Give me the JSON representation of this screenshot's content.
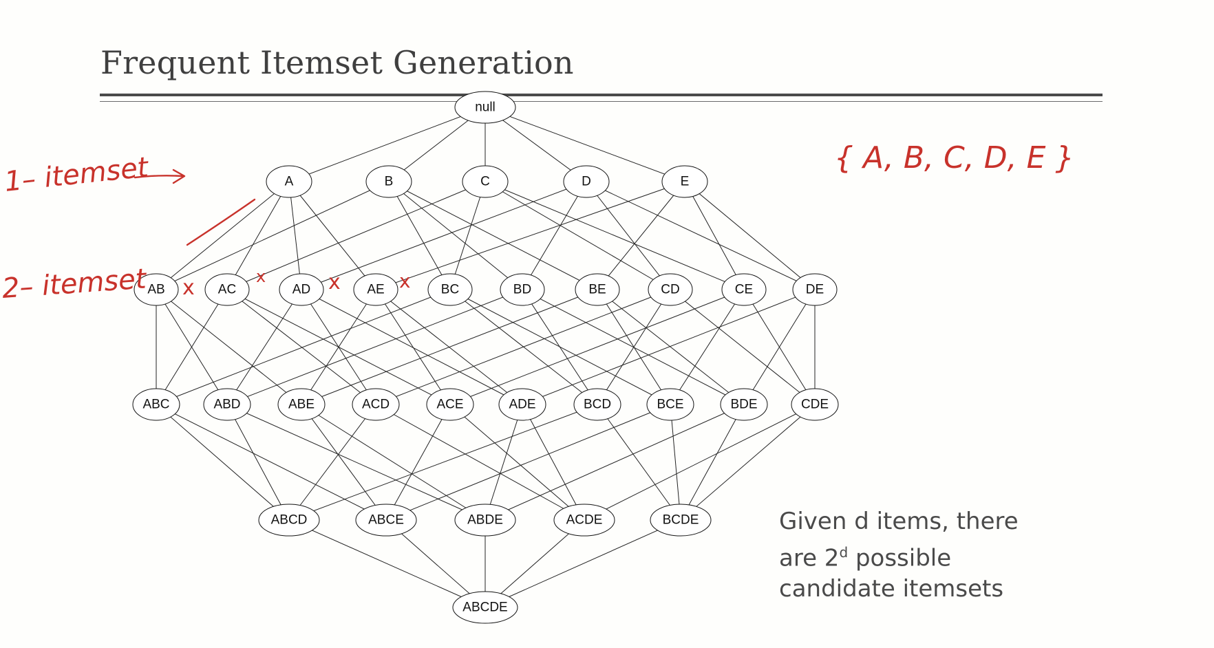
{
  "slide": {
    "title": "Frequent Itemset Generation"
  },
  "lattice": {
    "levels": [
      [
        "null"
      ],
      [
        "A",
        "B",
        "C",
        "D",
        "E"
      ],
      [
        "AB",
        "AC",
        "AD",
        "AE",
        "BC",
        "BD",
        "BE",
        "CD",
        "CE",
        "DE"
      ],
      [
        "ABC",
        "ABD",
        "ABE",
        "ACD",
        "ACE",
        "ADE",
        "BCD",
        "BCE",
        "BDE",
        "CDE"
      ],
      [
        "ABCD",
        "ABCE",
        "ABDE",
        "ACDE",
        "BCDE"
      ],
      [
        "ABCDE"
      ]
    ],
    "crossed_itemsets": [
      "AB",
      "AC",
      "AD",
      "AE"
    ]
  },
  "annotations": {
    "one_itemset": "1– itemset",
    "two_itemset": "2– itemset",
    "item_set": "{ A, B, C, D, E }",
    "cross_mark": "x"
  },
  "note": {
    "line1": "Given d items, there",
    "line2_pre": "are 2",
    "line2_sup": "d",
    "line2_post": " possible",
    "line3": "candidate itemsets"
  },
  "colors": {
    "ink": "#c8322b",
    "title": "#3f3f3f"
  }
}
